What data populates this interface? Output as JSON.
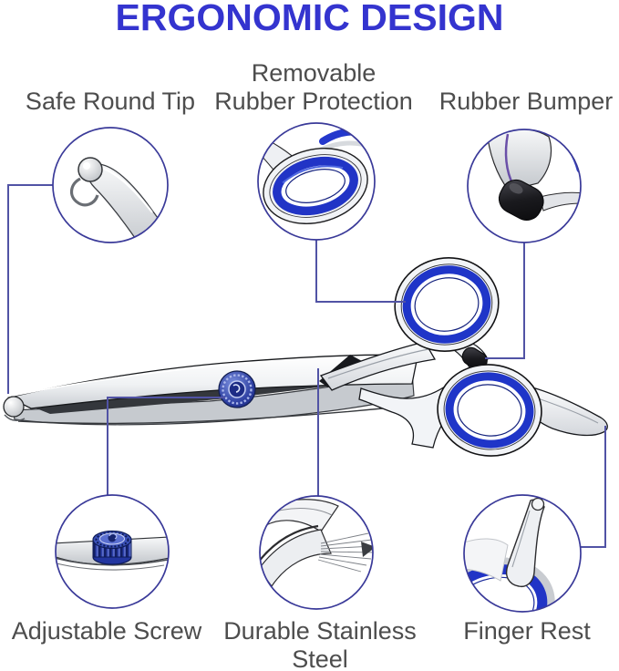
{
  "title": "ERGONOMIC DESIGN",
  "features": [
    {
      "id": "safe-round-tip",
      "lines": [
        "Safe Round Tip"
      ]
    },
    {
      "id": "removable-rubber-protection",
      "lines": [
        "Removable",
        "Rubber Protection"
      ]
    },
    {
      "id": "rubber-bumper",
      "lines": [
        "Rubber Bumper"
      ]
    },
    {
      "id": "adjustable-screw",
      "lines": [
        "Adjustable Screw"
      ]
    },
    {
      "id": "durable-stainless-steel",
      "lines": [
        "Durable Stainless",
        "Steel"
      ]
    },
    {
      "id": "finger-rest",
      "lines": [
        "Finger Rest"
      ]
    }
  ],
  "colors": {
    "title_blue": "#3434cf",
    "label_gray": "#4d4d4d",
    "accent_ring_blue": "#1f35c8",
    "callout_line": "#5153a5",
    "circle_border": "#3a3a99",
    "bumper_black": "#111114",
    "screw_blue": "#2b3da0"
  }
}
